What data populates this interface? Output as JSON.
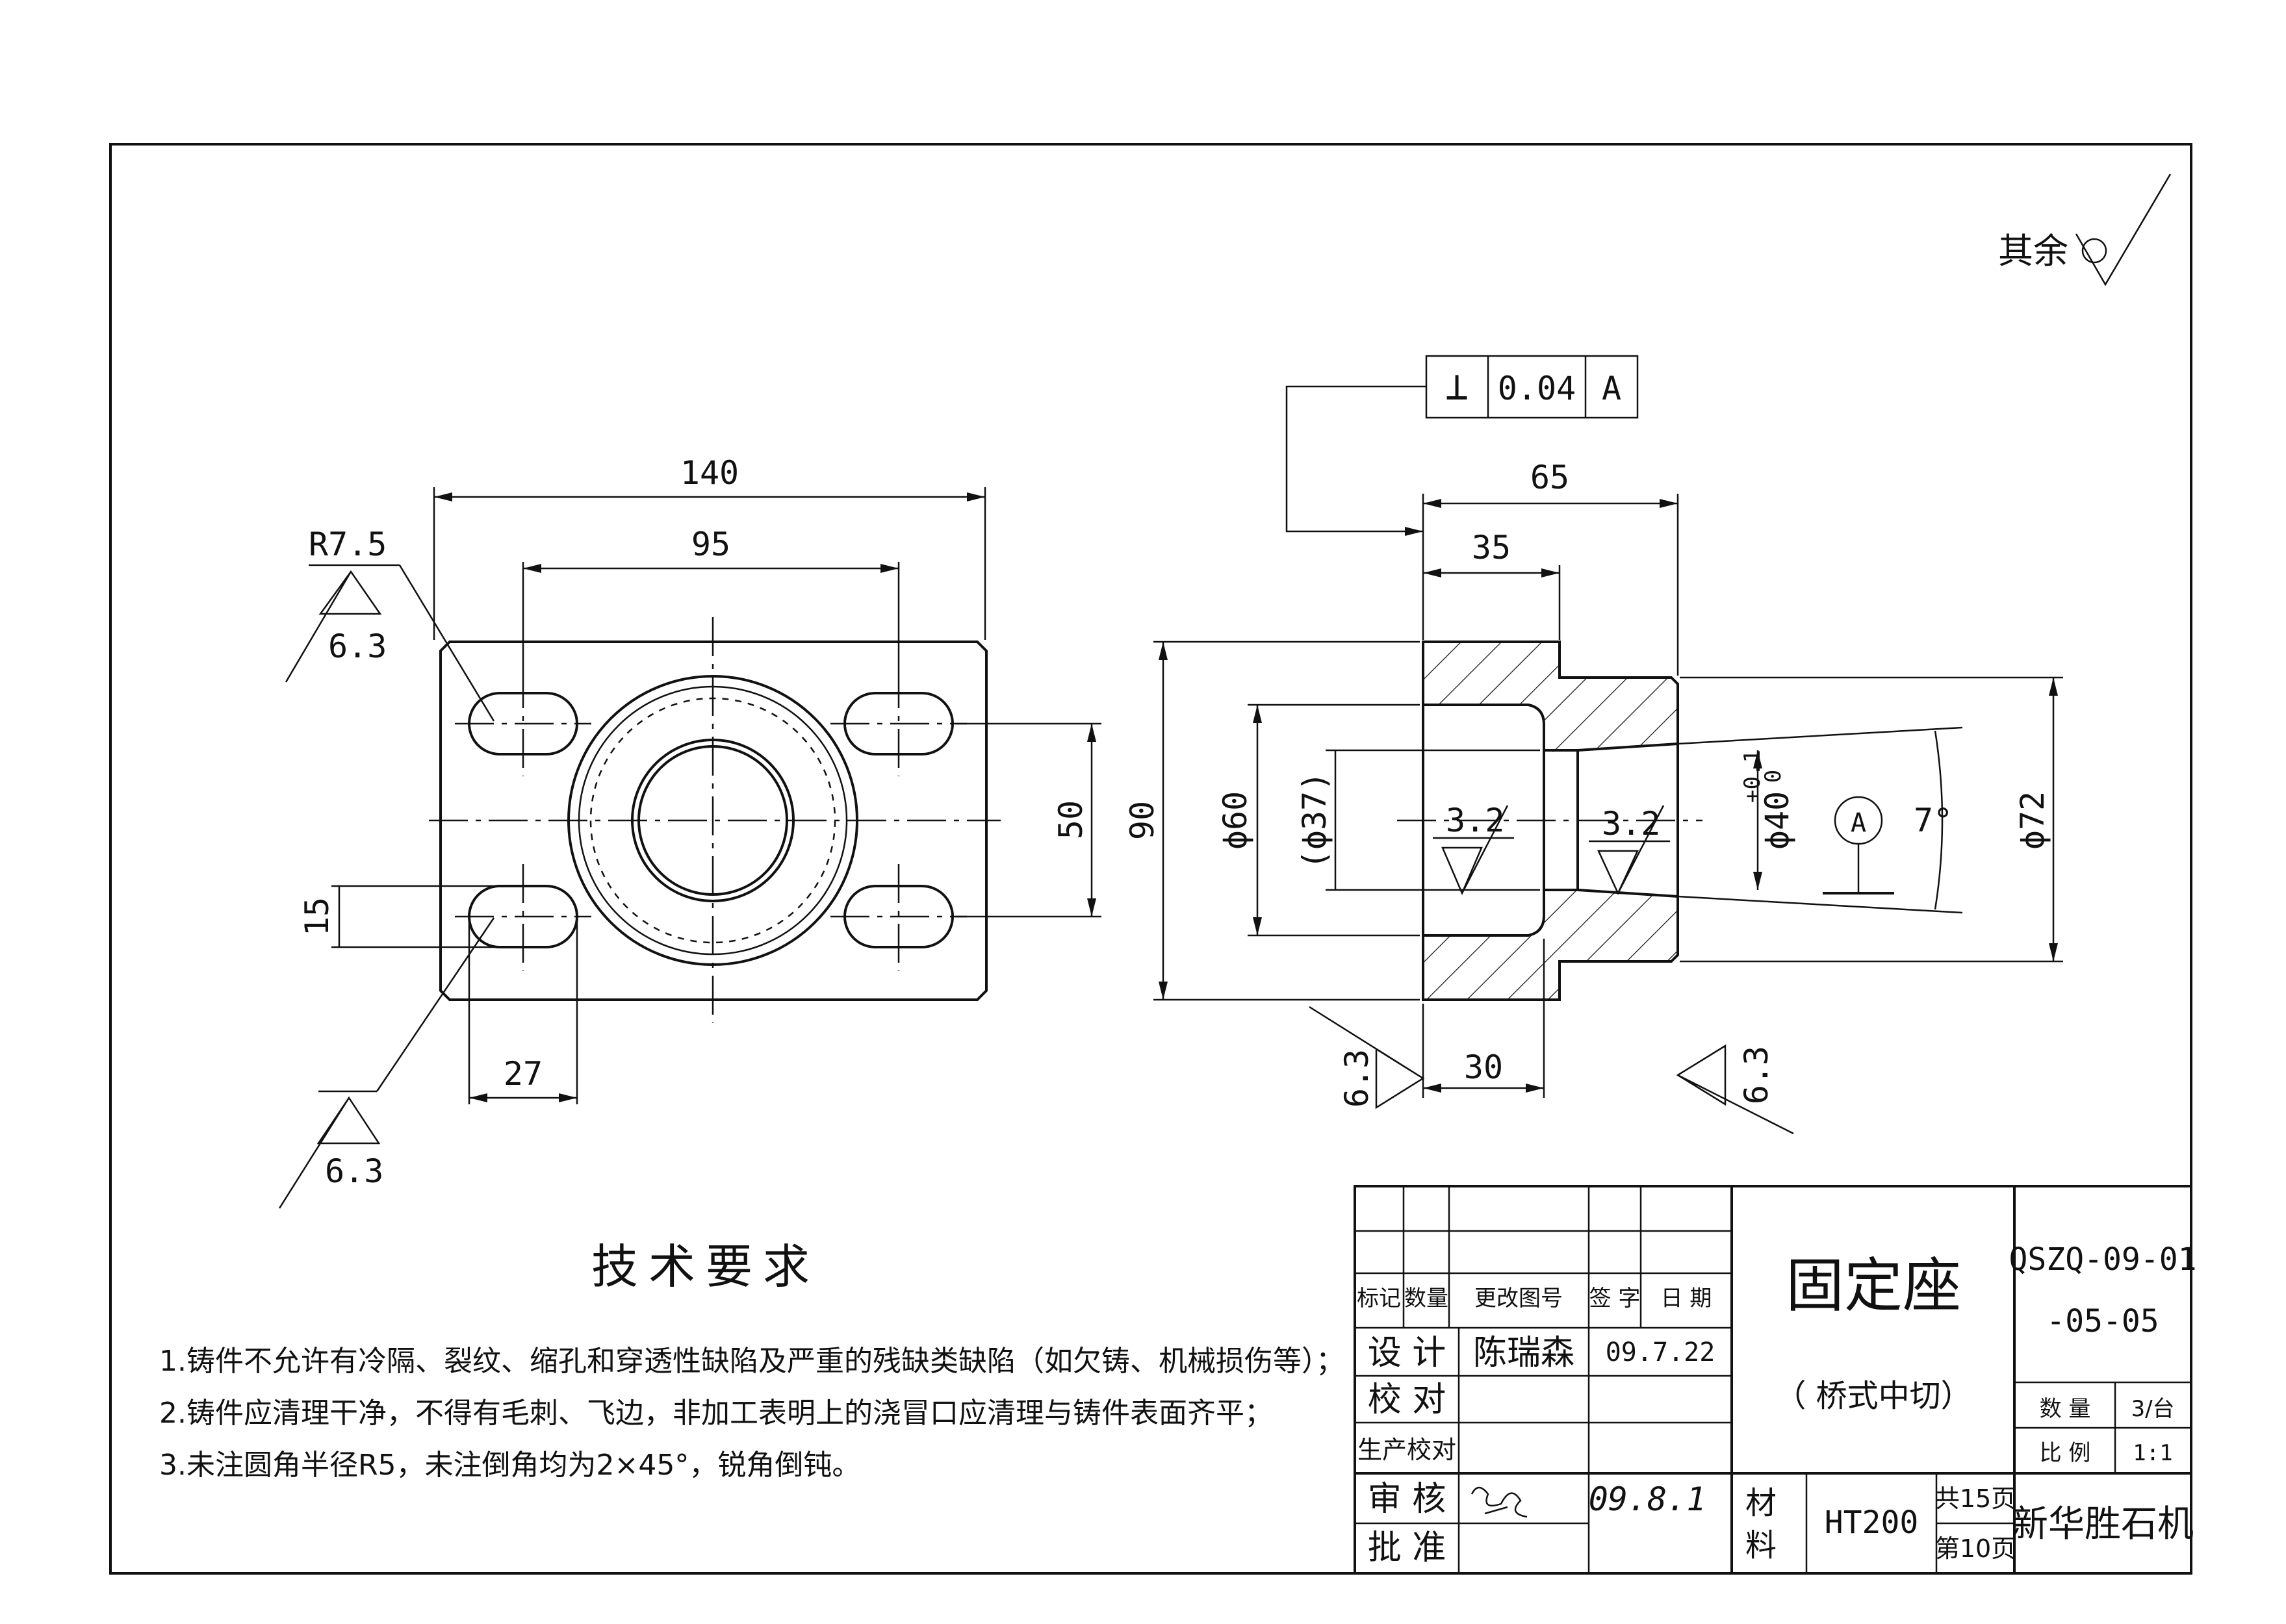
{
  "roughness_note": {
    "label": "其余"
  },
  "front_view": {
    "dims": {
      "width": "140",
      "hole_spacing": "95",
      "corner_radius": "R7.5",
      "height_spacing": "50",
      "slot_width": "15",
      "slot_offset": "27"
    },
    "roughness": {
      "top_left": "6.3",
      "bottom_left": "6.3"
    }
  },
  "section_view": {
    "tolerance_frame": {
      "symbol": "⊥",
      "value": "0.04",
      "datum": "A"
    },
    "dims": {
      "overall_length": "65",
      "flange_thickness": "35",
      "overall_height": "90",
      "bore_diameter": "ϕ60",
      "ref_diameter": "(ϕ37)",
      "inner_diameter": "ϕ40",
      "tol_upper": "+0.1",
      "tol_lower": "0",
      "taper_angle": "7°",
      "outer_diameter": "ϕ72",
      "bottom_length": "30"
    },
    "roughness": {
      "bore_left": "3.2",
      "bore_right": "3.2",
      "face_left": "6.3",
      "face_right": "6.3"
    },
    "datum_label": "A"
  },
  "tech_requirements": {
    "title": "技术要求",
    "items": [
      "1.铸件不允许有冷隔、裂纹、缩孔和穿透性缺陷及严重的残缺类缺陷（如欠铸、机械损伤等）；",
      "2.铸件应清理干净，不得有毛刺、飞边，非加工表明上的浇冒口应清理与铸件表面齐平；",
      "3.未注圆角半径R5，未注倒角均为2×45°，锐角倒钝。"
    ]
  },
  "title_block": {
    "headers": {
      "mark": "标记",
      "qty": "数量",
      "change_no": "更改图号",
      "sign": "签 字",
      "date": "日 期"
    },
    "design_label": "设 计",
    "designer": "陈瑞森",
    "design_date": "09.7.22",
    "check_label": "校 对",
    "prod_check_label": "生产校对",
    "review_label": "审 核",
    "review_date": "09.8.1",
    "approve_label": "批 准",
    "part_name": "固定座",
    "part_sub": "（ 桥式中切）",
    "drawing_no_1": "QSZQ-09-01",
    "drawing_no_2": "-05-05",
    "qty_label": "数 量",
    "qty_value": "3/台",
    "scale_label": "比 例",
    "scale_value": "1:1",
    "material_label_1": "材",
    "material_label_2": "料",
    "material": "HT200",
    "total_pages": "共15页",
    "page_no": "第10页",
    "company": "新华胜石机"
  }
}
